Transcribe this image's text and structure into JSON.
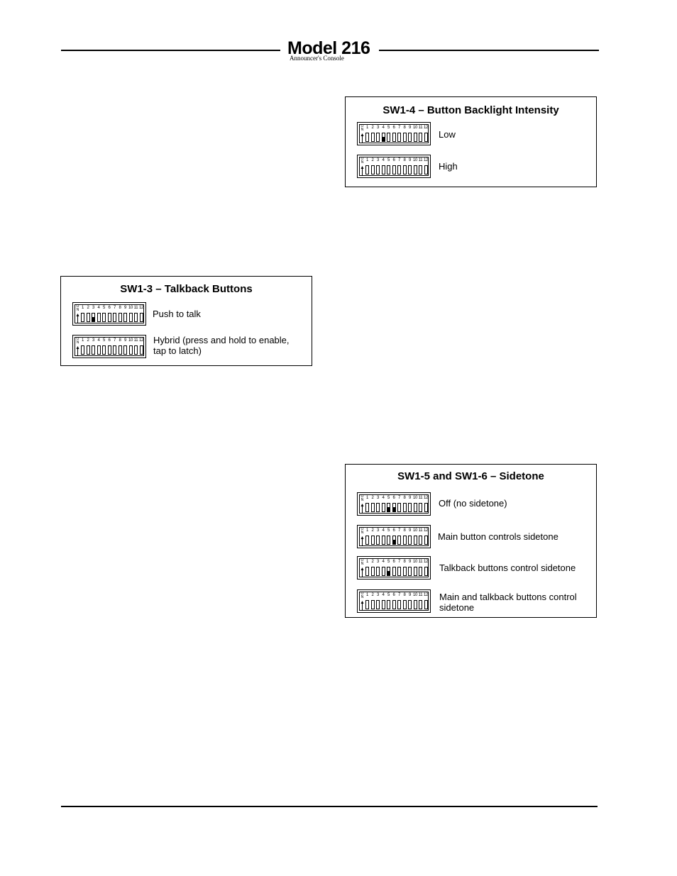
{
  "header": {
    "title": "Model 216",
    "subtitle": "Announcer's Console"
  },
  "switch_numbers": [
    "1",
    "2",
    "3",
    "4",
    "5",
    "6",
    "7",
    "8",
    "9",
    "10",
    "11",
    "12"
  ],
  "switch_on_label": "ON",
  "panels": {
    "sw1_4": {
      "title": "SW1-4 – Button Backlight Intensity",
      "options": [
        {
          "label": "Low",
          "positions": [
            "up",
            "up",
            "up",
            "down",
            "up",
            "up",
            "up",
            "up",
            "up",
            "up",
            "up",
            "up"
          ]
        },
        {
          "label": "High",
          "positions": [
            "up",
            "up",
            "up",
            "up",
            "up",
            "up",
            "up",
            "up",
            "up",
            "up",
            "up",
            "up"
          ]
        }
      ]
    },
    "sw1_3": {
      "title": "SW1-3 – Talkback Buttons",
      "options": [
        {
          "label": "Push to talk",
          "positions": [
            "up",
            "up",
            "down",
            "up",
            "up",
            "up",
            "up",
            "up",
            "up",
            "up",
            "up",
            "up"
          ]
        },
        {
          "label": "Hybrid (press and hold to enable,\ntap to latch)",
          "positions": [
            "up",
            "up",
            "up",
            "up",
            "up",
            "up",
            "up",
            "up",
            "up",
            "up",
            "up",
            "up"
          ]
        }
      ]
    },
    "sw1_5_6": {
      "title": "SW1-5 and SW1-6 – Sidetone",
      "options": [
        {
          "label": "Off (no sidetone)",
          "positions": [
            "up",
            "up",
            "up",
            "up",
            "down",
            "down",
            "up",
            "up",
            "up",
            "up",
            "up",
            "up"
          ]
        },
        {
          "label": "Main button controls sidetone",
          "positions": [
            "up",
            "up",
            "up",
            "up",
            "up",
            "down",
            "up",
            "up",
            "up",
            "up",
            "up",
            "up"
          ]
        },
        {
          "label": "Talkback buttons control sidetone",
          "positions": [
            "up",
            "up",
            "up",
            "up",
            "down",
            "up",
            "up",
            "up",
            "up",
            "up",
            "up",
            "up"
          ]
        },
        {
          "label": "Main and talkback buttons control\nsidetone",
          "positions": [
            "up",
            "up",
            "up",
            "up",
            "up",
            "up",
            "up",
            "up",
            "up",
            "up",
            "up",
            "up"
          ]
        }
      ]
    }
  }
}
